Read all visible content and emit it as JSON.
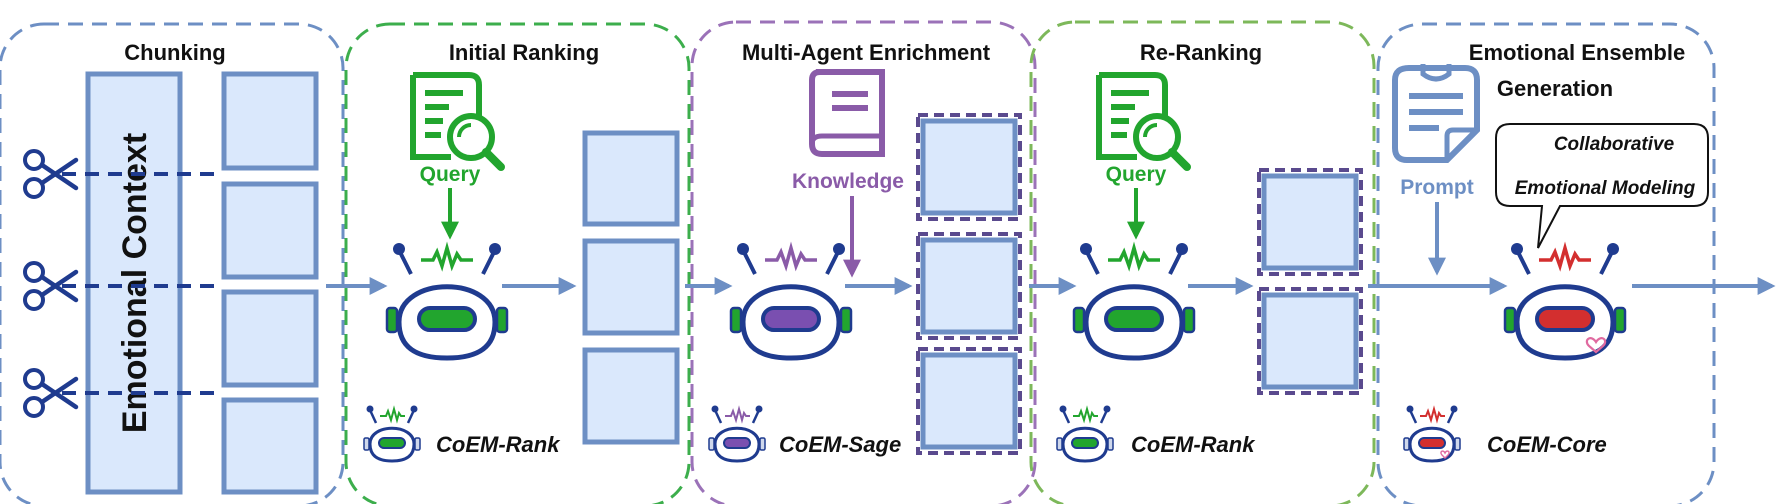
{
  "stages": [
    {
      "title": "Chunking"
    },
    {
      "title": "Initial Ranking",
      "input_label": "Query",
      "agent_name": "CoEM-Rank"
    },
    {
      "title": "Multi-Agent Enrichment",
      "input_label": "Knowledge",
      "agent_name": "CoEM-Sage"
    },
    {
      "title": "Re-Ranking",
      "input_label": "Query",
      "agent_name": "CoEM-Rank"
    },
    {
      "title_line1": "Emotional Ensemble",
      "title_line2": "Generation",
      "input_label": "Prompt",
      "agent_name": "CoEM-Core"
    }
  ],
  "context_label": "Emotional Context",
  "bubble": {
    "line1": "Collaborative",
    "line2": "Emotional Modeling"
  },
  "colors": {
    "blue": "#6d8fc4",
    "box_fill": "#dae8fc",
    "green": "#22a52e",
    "purple": "#8a5ba8",
    "red": "#d32f2f",
    "chunk_border": "#6d8fc4",
    "ranking_border": "#3cae4c",
    "enrich_border": "#9b72b8",
    "rerank_border": "#7db85a",
    "gen_border": "#6d8fc4"
  }
}
